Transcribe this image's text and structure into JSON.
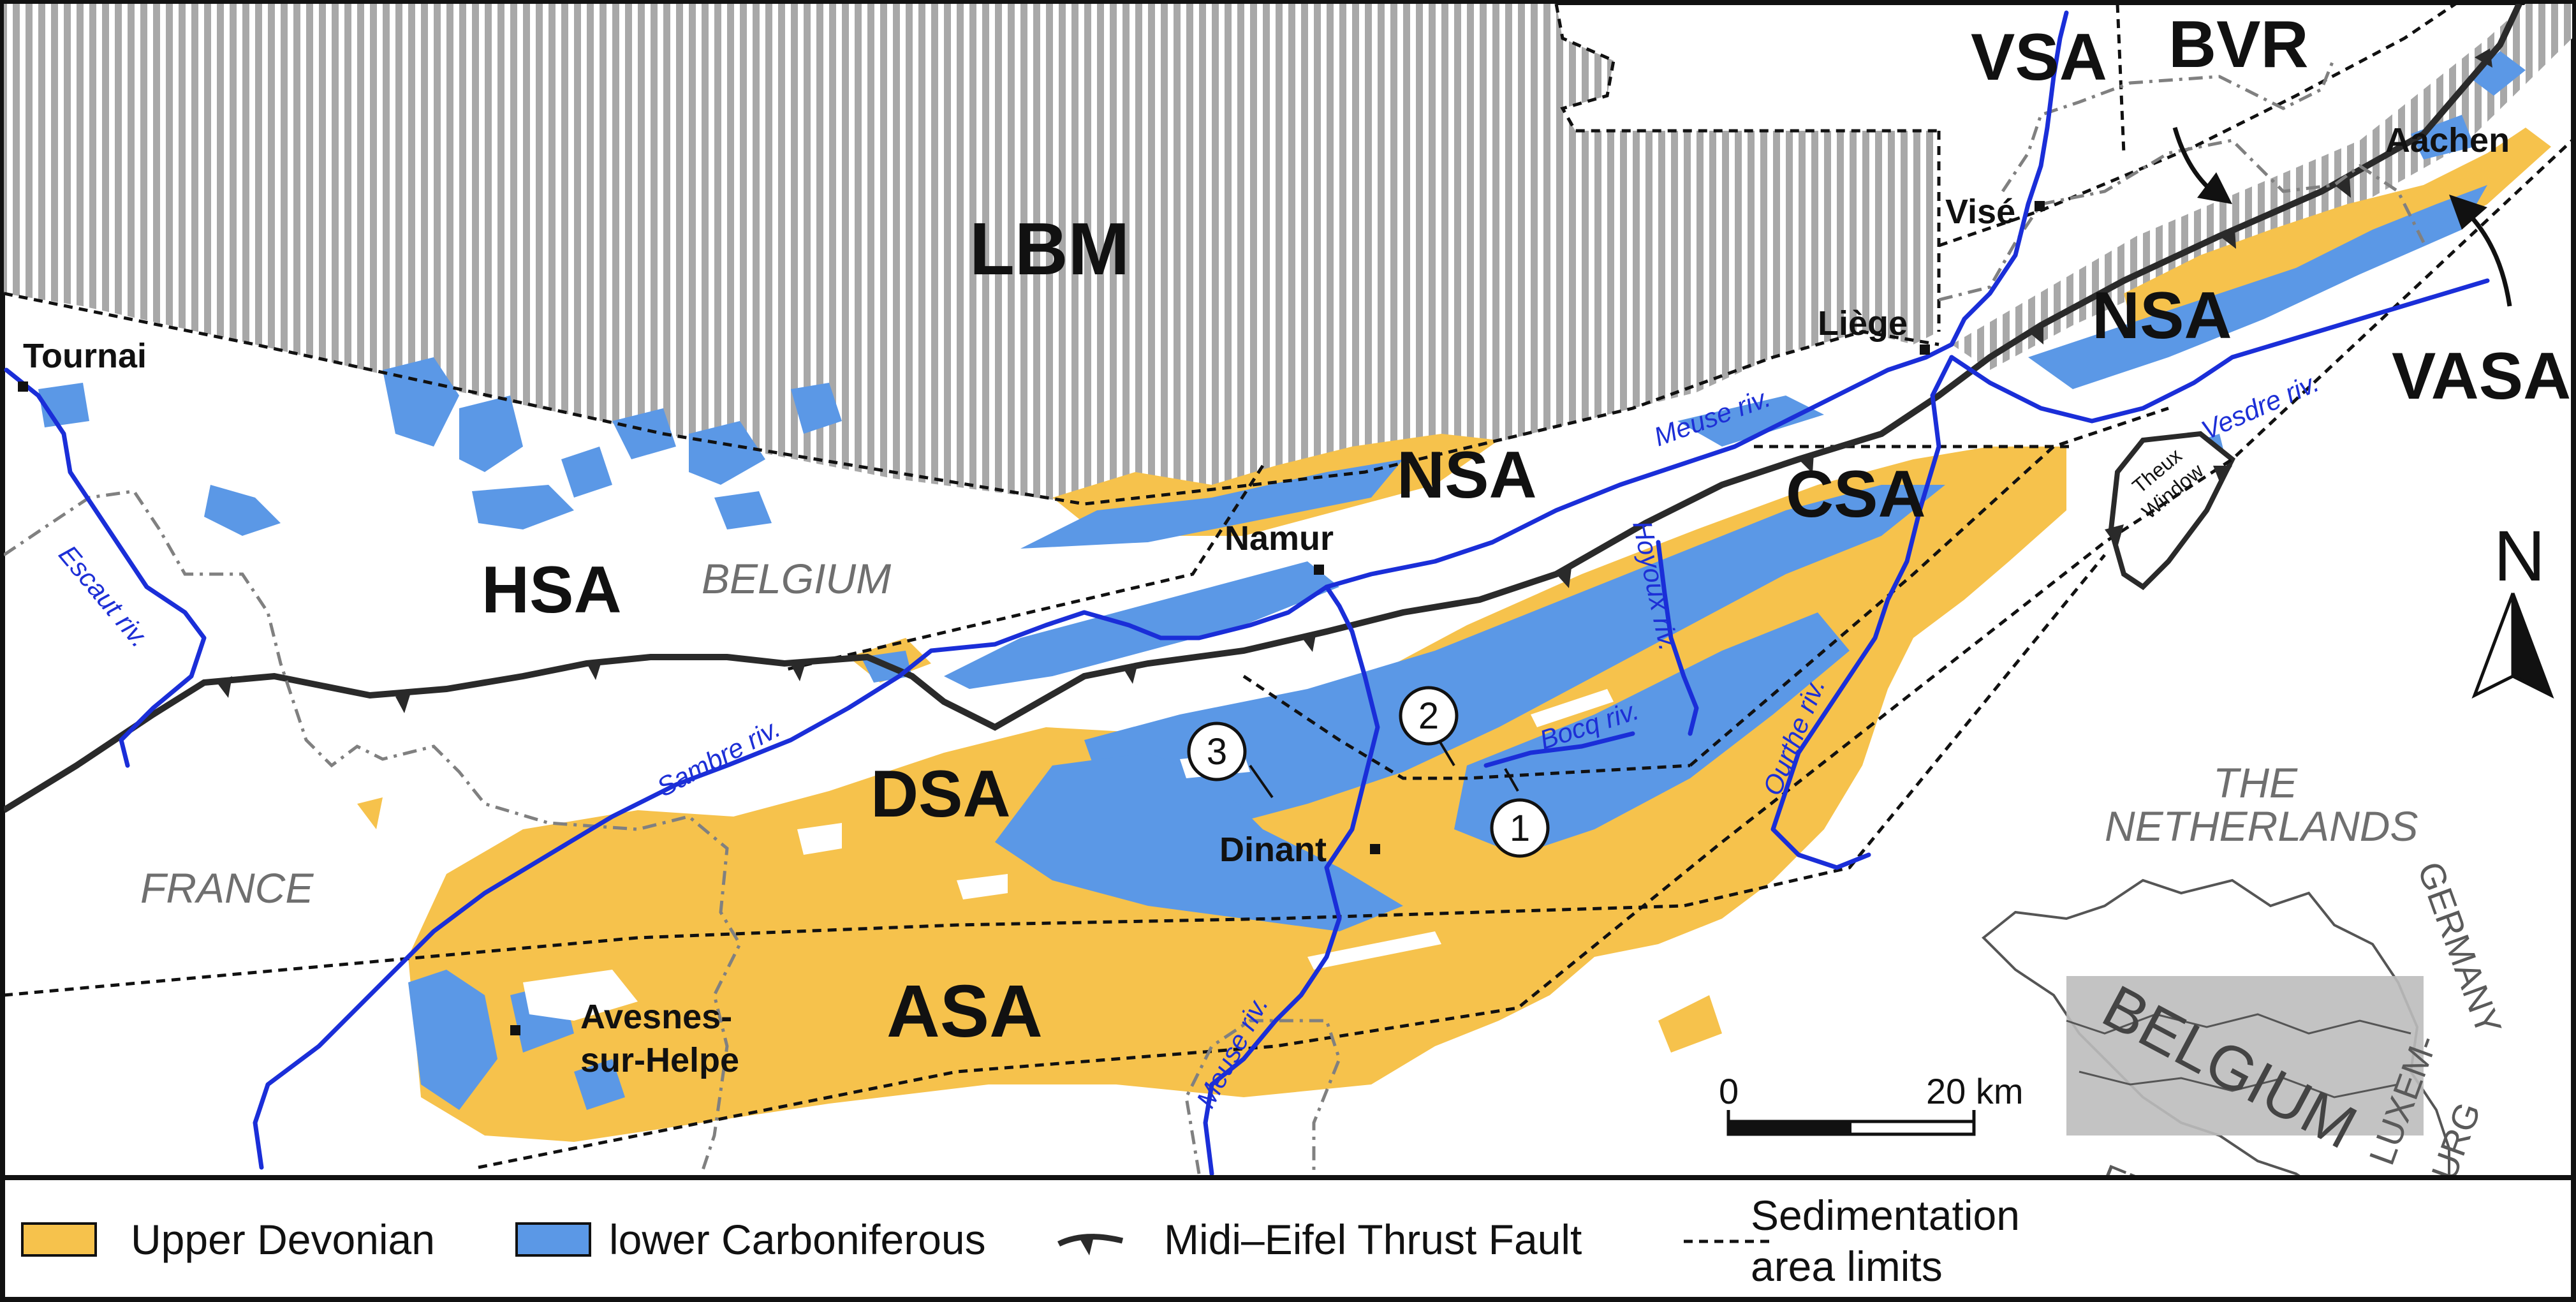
{
  "colors": {
    "upper_devonian": "#f6c24c",
    "lower_carboniferous": "#5b98e6",
    "river": "#1a2ed8",
    "fault": "#2a2a2a",
    "hatch_fill": "#a8a8a8",
    "country_label": "#6f6f6f"
  },
  "areas": {
    "lbm": "LBM",
    "vsa": "VSA",
    "bvr": "BVR",
    "nsa_east": "NSA",
    "nsa_west": "NSA",
    "vasa": "VASA",
    "csa": "CSA",
    "hsa": "HSA",
    "dsa": "DSA",
    "asa": "ASA"
  },
  "cities": {
    "tournai": "Tournai",
    "vise": "Visé",
    "liege": "Liège",
    "aachen": "Aachen",
    "namur": "Namur",
    "dinant": "Dinant",
    "avesnes_1": "Avesnes-",
    "avesnes_2": "sur-Helpe"
  },
  "countries": {
    "belgium": "BELGIUM",
    "france": "FRANCE",
    "netherlands_1": "THE",
    "netherlands_2": "NETHERLANDS"
  },
  "rivers": {
    "escaut": "Escaut riv.",
    "sambre": "Sambre riv.",
    "meuse_north": "Meuse riv.",
    "meuse_south": "Meuse riv.",
    "hoyoux": "Hoyoux riv.",
    "bocq": "Bocq riv.",
    "ourthe": "Ourthe riv.",
    "vesdre": "Vesdre riv."
  },
  "theux_window": {
    "line1": "Theux",
    "line2": "Window"
  },
  "localities": [
    "1",
    "2",
    "3"
  ],
  "north_arrow": {
    "label": "N"
  },
  "scale_bar": {
    "zero": "0",
    "max": "20 km"
  },
  "inset": {
    "belgium": "BELGIUM",
    "germany": "GERMANY",
    "france": "FRANCE",
    "luxembourg_1": "LUXEM-",
    "luxembourg_2": "BOURG"
  },
  "legend": {
    "upper_devonian": "Upper Devonian",
    "lower_carboniferous": "lower Carboniferous",
    "fault": "Midi–Eifel Thrust Fault",
    "limits_1": "Sedimentation",
    "limits_2": "area limits"
  }
}
